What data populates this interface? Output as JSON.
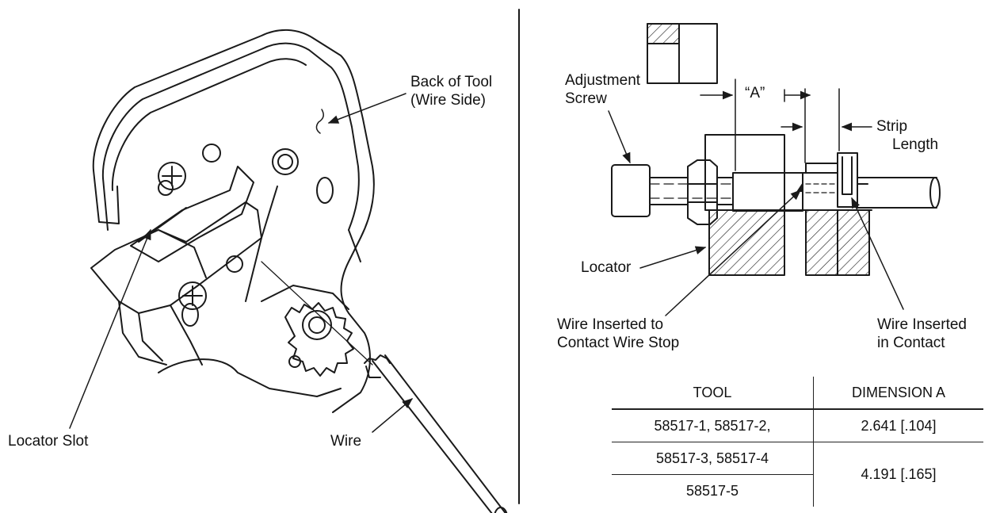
{
  "left_view": {
    "labels": {
      "back_of_tool": [
        "Back of Tool",
        "(Wire Side)"
      ],
      "locator_slot": "Locator Slot",
      "wire": "Wire"
    }
  },
  "right_view": {
    "labels": {
      "adjustment_screw": [
        "Adjustment",
        "Screw"
      ],
      "dimension_a": "“A”",
      "strip_length": [
        "Strip",
        "Length"
      ],
      "locator": "Locator",
      "wire_inserted_to_stop": [
        "Wire Inserted to",
        "Contact Wire Stop"
      ],
      "wire_inserted_in_contact": [
        "Wire Inserted",
        "in Contact"
      ]
    }
  },
  "dimension_table": {
    "headers": [
      "TOOL",
      "DIMENSION A"
    ],
    "rows": [
      {
        "tool": "58517-1, 58517-2,",
        "dimension": "2.641 [.104]"
      },
      {
        "tool": "58517-3, 58517-4",
        "dimension": "4.191 [.165]"
      },
      {
        "tool": "58517-5",
        "dimension": ""
      }
    ]
  }
}
